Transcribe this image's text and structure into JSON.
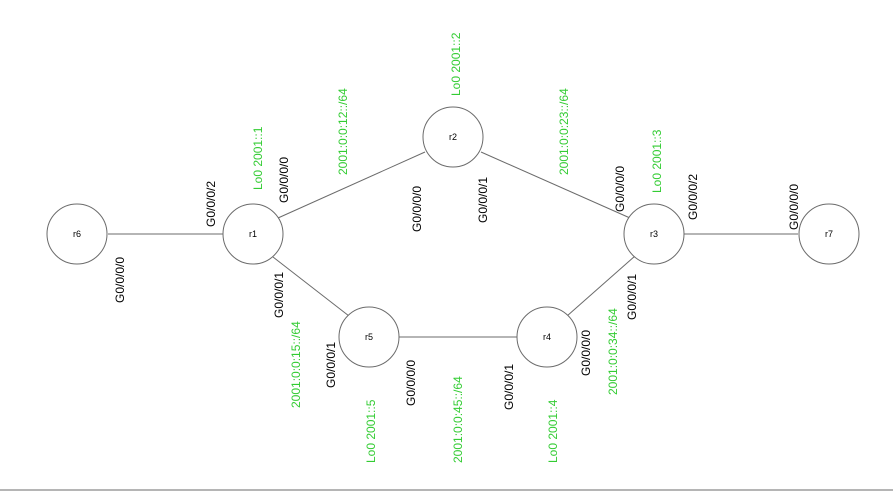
{
  "colors": {
    "address_text": "#33cc33",
    "interface_text": "#000000",
    "outline": "#6b6b6b"
  },
  "routers": {
    "r1": "r1",
    "r2": "r2",
    "r3": "r3",
    "r4": "r4",
    "r5": "r5",
    "r6": "r6",
    "r7": "r7"
  },
  "interfaces": {
    "r1_g2": "G0/0/0/2",
    "r1_g0": "G0/0/0/0",
    "r1_g1": "G0/0/0/1",
    "r2_g0": "G0/0/0/0",
    "r2_g1": "G0/0/0/1",
    "r3_g0": "G0/0/0/0",
    "r3_g2": "G0/0/0/2",
    "r3_g1": "G0/0/0/1",
    "r4_g0": "G0/0/0/0",
    "r4_g1": "G0/0/0/1",
    "r5_g1": "G0/0/0/1",
    "r5_g0": "G0/0/0/0",
    "r6_g0": "G0/0/0/0",
    "r7_g0": "G0/0/0/0"
  },
  "loopbacks": {
    "r1": "Lo0  2001::1",
    "r2": "Lo0  2001::2",
    "r3": "Lo0  2001::3",
    "r4": "Lo0  2001::4",
    "r5": "Lo0  2001::5"
  },
  "subnets": {
    "r1_r2": "2001:0:0:12::/64",
    "r2_r3": "2001:0:0:23::/64",
    "r1_r5": "2001:0:0:15::/64",
    "r4_r5": "2001:0:0:45::/64",
    "r3_r4": "2001:0:0:34::/64"
  }
}
